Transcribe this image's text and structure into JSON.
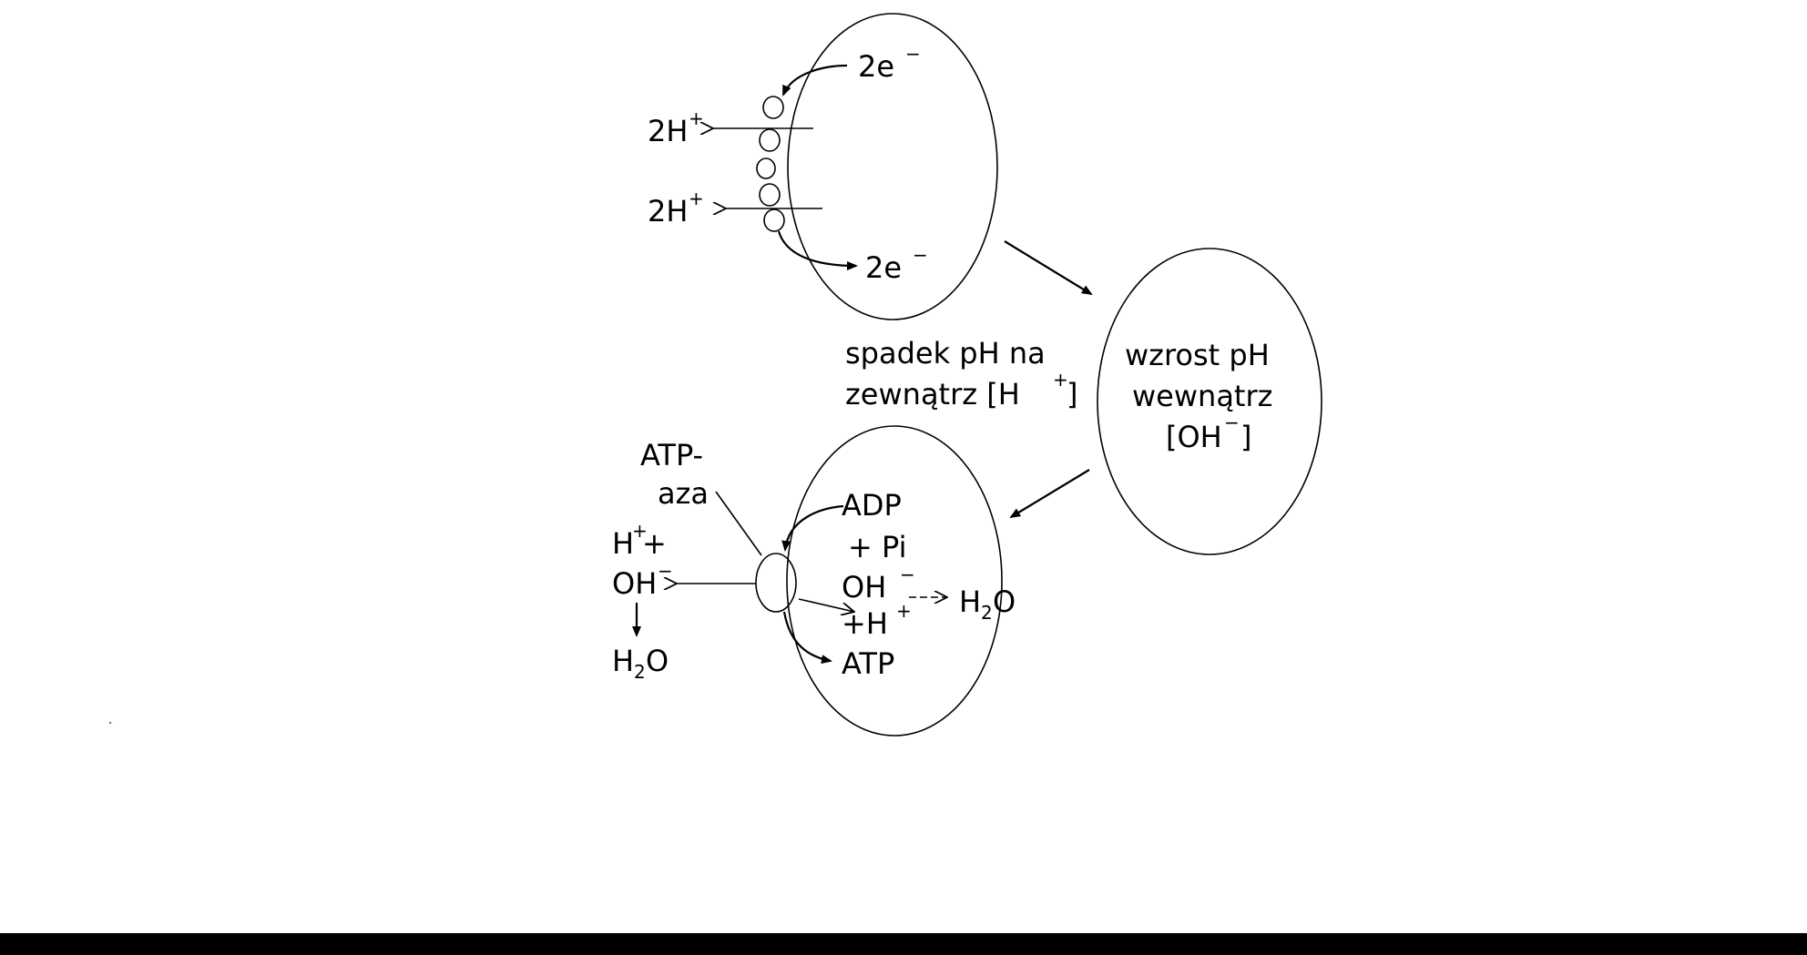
{
  "labels": {
    "e_top": "2e",
    "e_top_sup": "−",
    "h_upper": "2H",
    "h_upper_sup": "+",
    "h_lower": "2H",
    "h_lower_sup": "+",
    "e_bottom": "2e",
    "e_bottom_sup": "−",
    "outside_line1": "spadek pH na",
    "outside_line2": "zewnątrz  [H",
    "outside_line2_sup": "+",
    "outside_line2_end": "]",
    "inside_line1": "wzrost pH",
    "inside_line2": "wewnątrz",
    "inside_line3": "[OH",
    "inside_line3_sup": "−",
    "inside_line3_end": "]",
    "atpase_line1": "ATP-",
    "atpase_line2": "aza",
    "left_h": "H",
    "left_h_sup": "+",
    "left_plus": " +",
    "left_oh": "OH",
    "left_oh_sup": "−",
    "left_h2o": "H",
    "left_h2o_sub": "2",
    "left_h2o_end": "O",
    "adp": "ADP",
    "pi": "+ Pi",
    "in_oh": "OH",
    "in_oh_sup": "−",
    "in_h": "+H",
    "in_h_sup": "+",
    "atp": "ATP",
    "right_h2o": "H",
    "right_h2o_sub": "2",
    "right_h2o_end": "O"
  }
}
